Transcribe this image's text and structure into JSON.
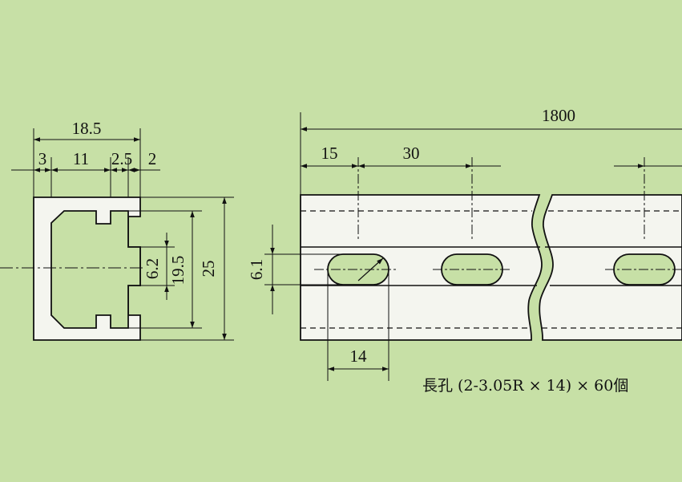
{
  "colors": {
    "background": "#c7e0a6",
    "line": "#111111",
    "part_fill": "#f4f5ef",
    "slot_fill": "#c7e0a6"
  },
  "section_view": {
    "dimensions": {
      "overall_width": "18.5",
      "wall_left": "3",
      "inner_left": "11",
      "slot_gap": "2.5",
      "wall_right": "2",
      "height": "25",
      "outer_flange_span": "19.5",
      "slot_opening": "6.2"
    }
  },
  "rail_view": {
    "dimensions": {
      "total_length": "1800",
      "first_pitch": "15",
      "pitch": "30",
      "slot_length": "14",
      "slot_width": "6.1"
    },
    "note": "長孔 (2-3.05R × 14) × 60個"
  }
}
